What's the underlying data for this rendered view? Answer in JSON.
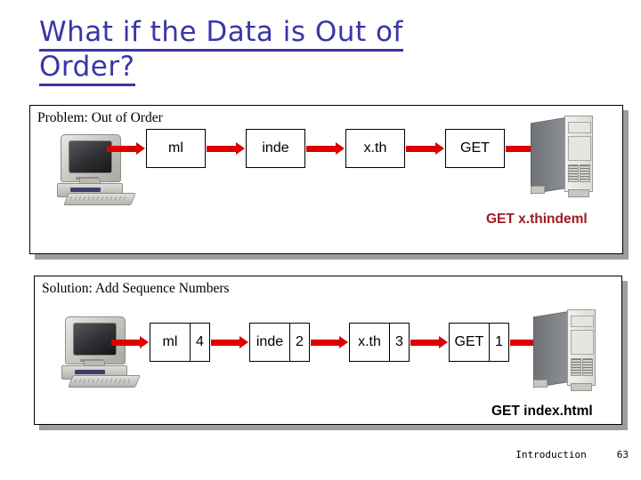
{
  "slide": {
    "title_line1": "What if the Data is Out of",
    "title_line2": "Order?",
    "title_color": "#3A35A8"
  },
  "panels": [
    {
      "id": "problem",
      "caption": "Problem: Out of Order",
      "source_icon": "desktop-computer-icon",
      "destination_icon": "server-tower-icon",
      "packets": [
        {
          "label": "ml",
          "seq": null
        },
        {
          "label": "inde",
          "seq": null
        },
        {
          "label": "x.th",
          "seq": null
        },
        {
          "label": "GET",
          "seq": null
        }
      ],
      "result_text": "GET x.thindeml",
      "result_color": "#9E1B20"
    },
    {
      "id": "solution",
      "caption": "Solution: Add Sequence Numbers",
      "source_icon": "desktop-computer-icon",
      "destination_icon": "server-tower-icon",
      "packets": [
        {
          "label": "ml",
          "seq": "4"
        },
        {
          "label": "inde",
          "seq": "2"
        },
        {
          "label": "x.th",
          "seq": "3"
        },
        {
          "label": "GET",
          "seq": "1"
        }
      ],
      "result_text": "GET index.html",
      "result_color": "#000000"
    }
  ],
  "footer": {
    "section": "Introduction",
    "page_number": "63"
  },
  "colors": {
    "arrow": "#DD0000",
    "panel_border": "#000000",
    "panel_shadow": "#9D9D9D",
    "background": "#FFFFFF"
  }
}
